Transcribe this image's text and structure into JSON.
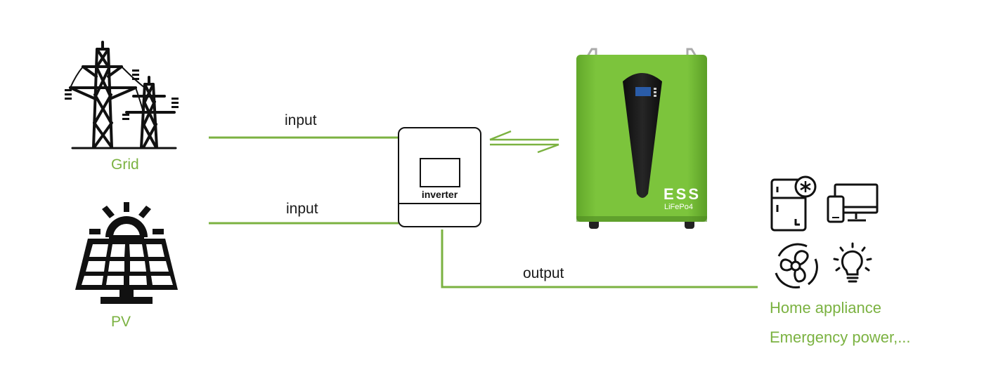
{
  "sources": {
    "grid_label": "Grid",
    "pv_label": "PV"
  },
  "links": {
    "grid_input": "input",
    "pv_input": "input",
    "output": "output"
  },
  "inverter": {
    "label": "inverter"
  },
  "battery": {
    "brand": "ESS",
    "chemistry": "LiFePo4"
  },
  "loads": {
    "line1": "Home appliance",
    "line2": "Emergency power,..."
  },
  "colors": {
    "accent_green": "#7bb241",
    "battery_green": "#78c23a",
    "ink": "#1a1a1a"
  }
}
